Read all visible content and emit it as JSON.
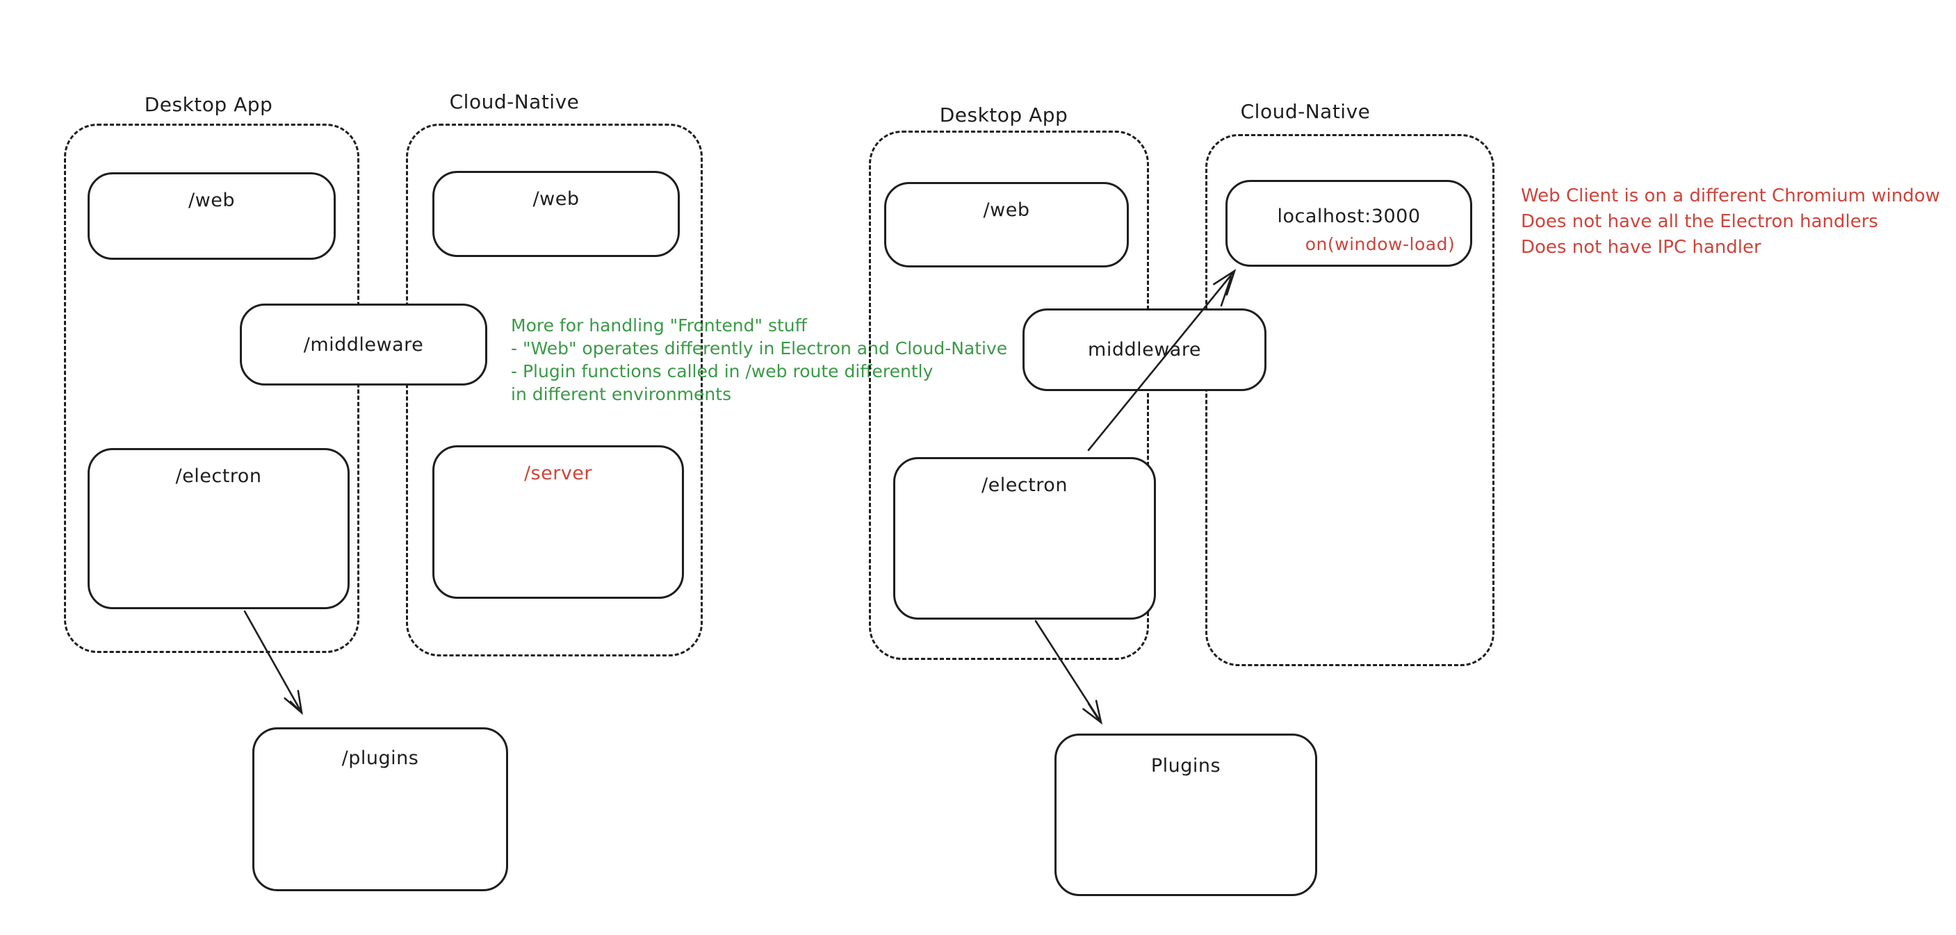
{
  "colors": {
    "ink": "#1e1e1e",
    "red": "#d0433a",
    "green": "#3a9a47",
    "background": "#ffffff"
  },
  "left_diagram": {
    "desktop_title": "Desktop App",
    "cloud_title": "Cloud-Native",
    "boxes": {
      "web_desktop": "/web",
      "web_cloud": "/web",
      "middleware": "/middleware",
      "electron": "/electron",
      "server": "/server",
      "plugins": "/plugins"
    },
    "note": {
      "lines": [
        "More for handling \"Frontend\" stuff",
        "- \"Web\" operates differently in Electron and Cloud-Native",
        "- Plugin functions called in /web route differently",
        "in different environments"
      ]
    }
  },
  "right_diagram": {
    "desktop_title": "Desktop App",
    "cloud_title": "Cloud-Native",
    "boxes": {
      "web_desktop": "/web",
      "localhost": "localhost:3000",
      "localhost_event": "on(window-load)",
      "middleware": "middleware",
      "electron": "/electron",
      "plugins": "Plugins"
    },
    "note": {
      "lines": [
        "Web Client is on a different Chromium window",
        "Does not have all the Electron handlers",
        "Does not have IPC handler"
      ]
    }
  }
}
